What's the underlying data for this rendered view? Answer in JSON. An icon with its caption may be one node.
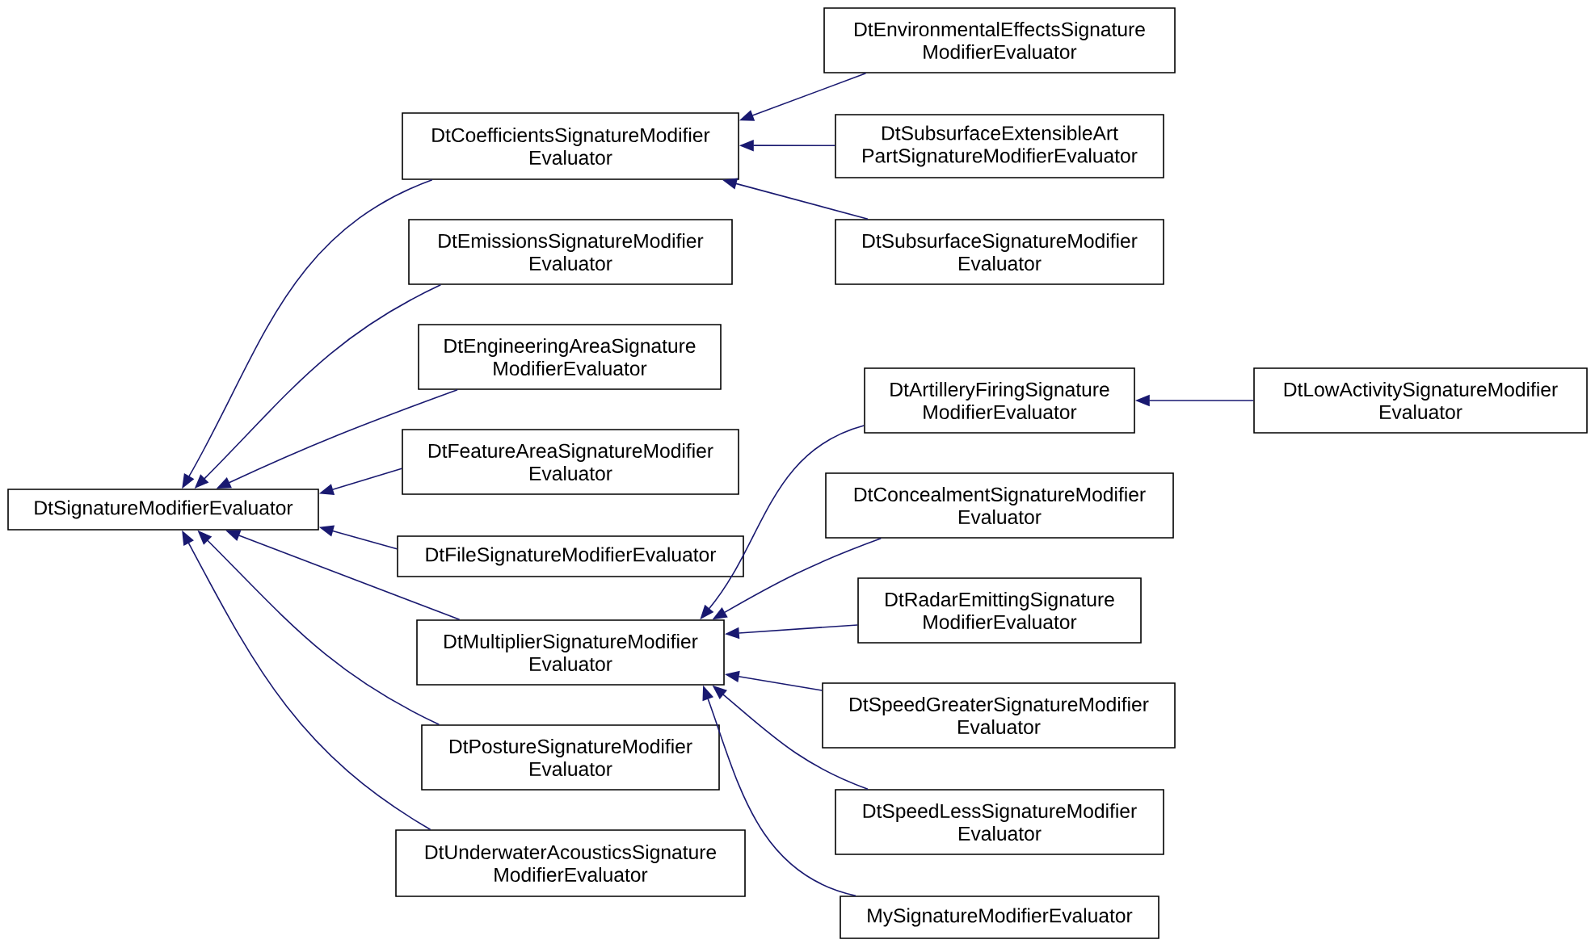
{
  "diagram": {
    "nodes": [
      {
        "text": [
          "DtSignatureModifierEvaluator"
        ]
      },
      {
        "text": [
          "DtCoefficientsSignatureModifier Evaluator"
        ]
      },
      {
        "text": [
          "DtEmissionsSignatureModifier Evaluator"
        ]
      },
      {
        "text": [
          "DtEngineeringAreaSignature ModifierEvaluator"
        ]
      },
      {
        "text": [
          "DtFeatureAreaSignatureModifier Evaluator"
        ]
      },
      {
        "text": [
          "DtFileSignatureModifierEvaluator"
        ]
      },
      {
        "text": [
          "DtMultiplierSignatureModifier Evaluator"
        ]
      },
      {
        "text": [
          "DtPostureSignatureModifier Evaluator"
        ]
      },
      {
        "text": [
          "DtUnderwaterAcousticsSignature ModifierEvaluator"
        ]
      },
      {
        "text": [
          "DtEnvironmentalEffectsSignature ModifierEvaluator"
        ]
      },
      {
        "text": [
          "DtSubsurfaceExtensibleArt PartSignatureModifierEvaluator"
        ]
      },
      {
        "text": [
          "DtSubsurfaceSignatureModifier Evaluator"
        ]
      },
      {
        "text": [
          "DtArtilleryFiringSignature ModifierEvaluator"
        ]
      },
      {
        "text": [
          "DtConcealmentSignatureModifier Evaluator"
        ]
      },
      {
        "text": [
          "DtRadarEmittingSignature ModifierEvaluator"
        ]
      },
      {
        "text": [
          "DtSpeedGreaterSignatureModifier Evaluator"
        ]
      },
      {
        "text": [
          "DtSpeedLessSignatureModifier Evaluator"
        ]
      },
      {
        "text": [
          "MySignatureModifierEvaluator"
        ]
      },
      {
        "text": [
          "DtLowActivitySignatureModifier Evaluator"
        ]
      }
    ],
    "edges": [
      {
        "from": 1,
        "to": 0,
        "arrow": "to"
      },
      {
        "from": 2,
        "to": 0,
        "arrow": "to"
      },
      {
        "from": 3,
        "to": 0,
        "arrow": "to"
      },
      {
        "from": 4,
        "to": 0,
        "arrow": "to"
      },
      {
        "from": 5,
        "to": 0,
        "arrow": "to"
      },
      {
        "from": 6,
        "to": 0,
        "arrow": "to"
      },
      {
        "from": 7,
        "to": 0,
        "arrow": "to"
      },
      {
        "from": 8,
        "to": 0,
        "arrow": "to"
      },
      {
        "from": 9,
        "to": 1,
        "arrow": "to"
      },
      {
        "from": 10,
        "to": 1,
        "arrow": "to"
      },
      {
        "from": 11,
        "to": 1,
        "arrow": "to"
      },
      {
        "from": 12,
        "to": 6,
        "arrow": "to"
      },
      {
        "from": 13,
        "to": 6,
        "arrow": "to"
      },
      {
        "from": 14,
        "to": 6,
        "arrow": "to"
      },
      {
        "from": 15,
        "to": 6,
        "arrow": "to"
      },
      {
        "from": 16,
        "to": 6,
        "arrow": "to"
      },
      {
        "from": 17,
        "to": 6,
        "arrow": "to"
      },
      {
        "from": 18,
        "to": 12,
        "arrow": "to"
      }
    ]
  }
}
